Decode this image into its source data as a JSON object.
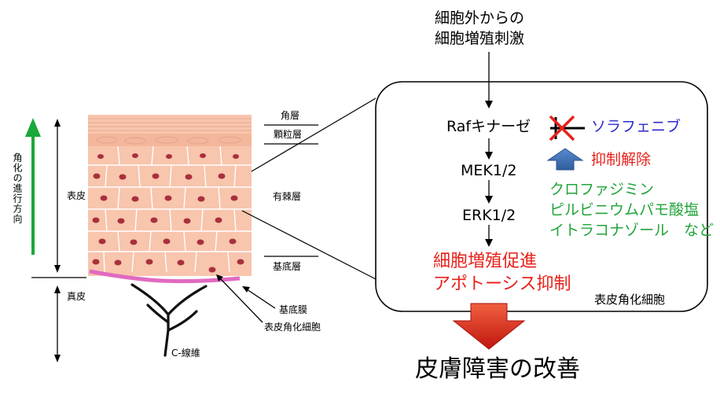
{
  "left": {
    "direction_label": "角化の進行方向",
    "epidermis_label": "表皮",
    "dermis_label": "真皮",
    "layers": {
      "stratum_corneum": "角層",
      "stratum_granulosum": "顆粒層",
      "stratum_spinosum": "有棘層",
      "stratum_basale": "基底層"
    },
    "basement_membrane": "基底膜",
    "keratinocyte": "表皮角化細胞",
    "c_fiber": "C-線維"
  },
  "pathway": {
    "stimulus_line1": "細胞外からの",
    "stimulus_line2": "細胞増殖刺激",
    "raf": "Rafキナーゼ",
    "inhibitor": "ソラフェニブ",
    "release": "抑制解除",
    "mek": "MEK1/2",
    "erk": "ERK1/2",
    "drugs": [
      "クロファジミン",
      "ピルビニウムパモ酸塩",
      "イトラコナゾール　など"
    ],
    "outcome_line1": "細胞増殖促進",
    "outcome_line2": "アポトーシス抑制",
    "cell_label": "表皮角化細胞",
    "result": "皮膚障害の改善"
  },
  "colors": {
    "skin": "#f8c5ad",
    "skin_dark": "#eeb197",
    "nucleus": "#a8303c",
    "basement": "#e06ac0",
    "arrow_green": "#1aa83a",
    "arrow_blue": "#3c6fb8",
    "arrow_red": "#d9261c",
    "text_red": "#e8211b",
    "text_green": "#22a43a",
    "text_blue": "#2b2bcc"
  }
}
